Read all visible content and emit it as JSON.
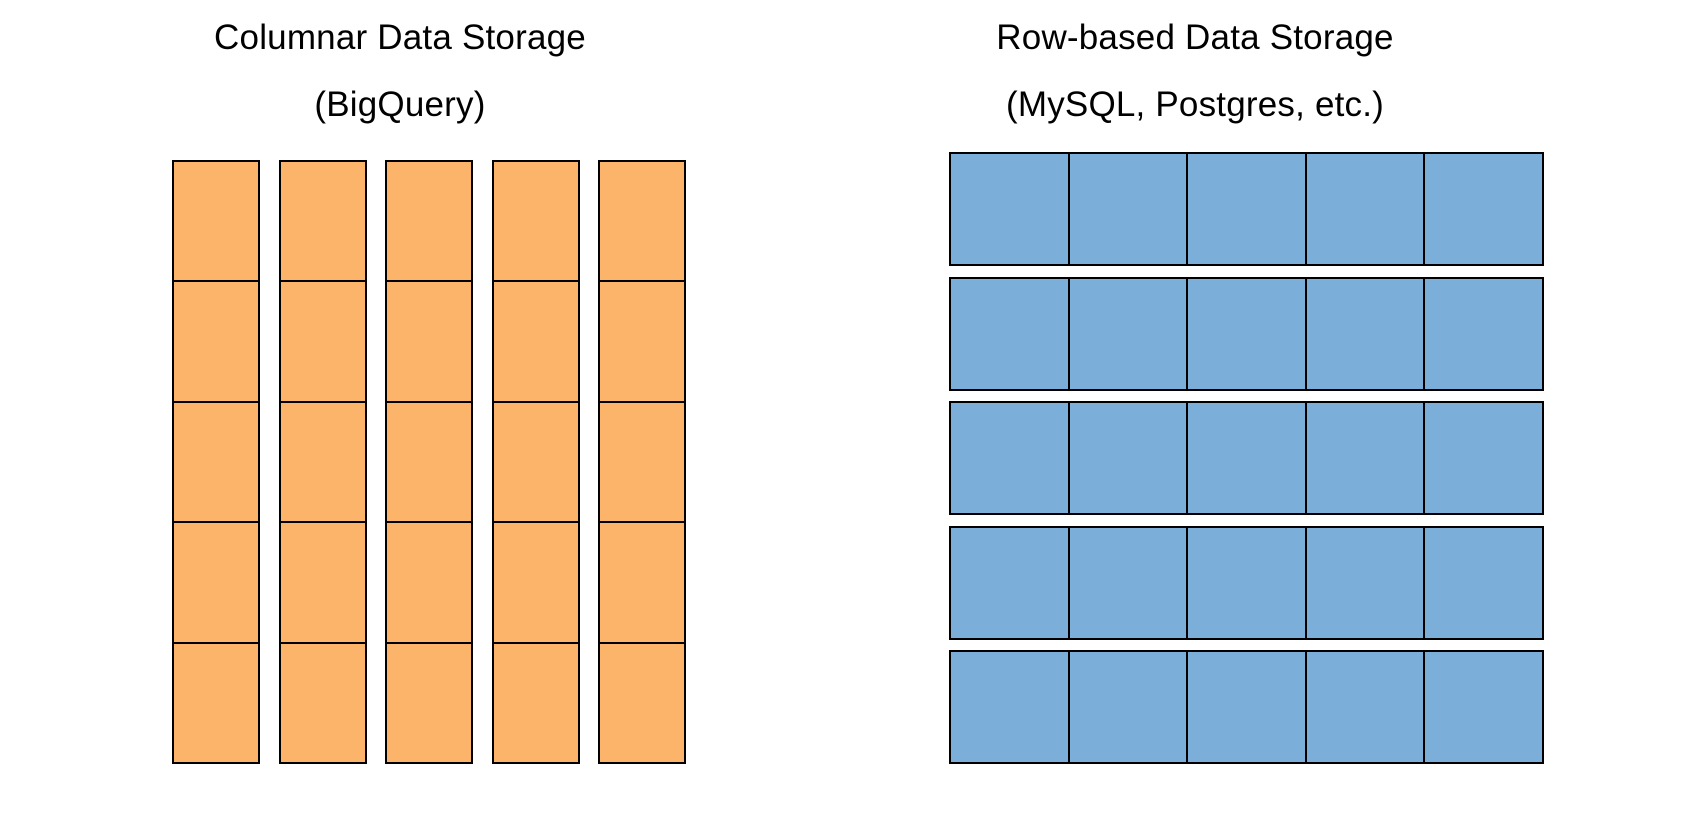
{
  "page": {
    "background_color": "#ffffff",
    "text_color": "#000000"
  },
  "panels": [
    {
      "title": "Columnar Data Storage",
      "subtitle": "(BigQuery)",
      "grid": {
        "orientation": "columns",
        "groups": 5,
        "cells_per_group": 5,
        "cell_color": "#FCB46A",
        "border_color": "#000000"
      }
    },
    {
      "title": "Row-based Data Storage",
      "subtitle": "(MySQL, Postgres, etc.)",
      "grid": {
        "orientation": "rows",
        "groups": 5,
        "cells_per_group": 5,
        "cell_color": "#7BAED8",
        "border_color": "#000000"
      }
    }
  ]
}
